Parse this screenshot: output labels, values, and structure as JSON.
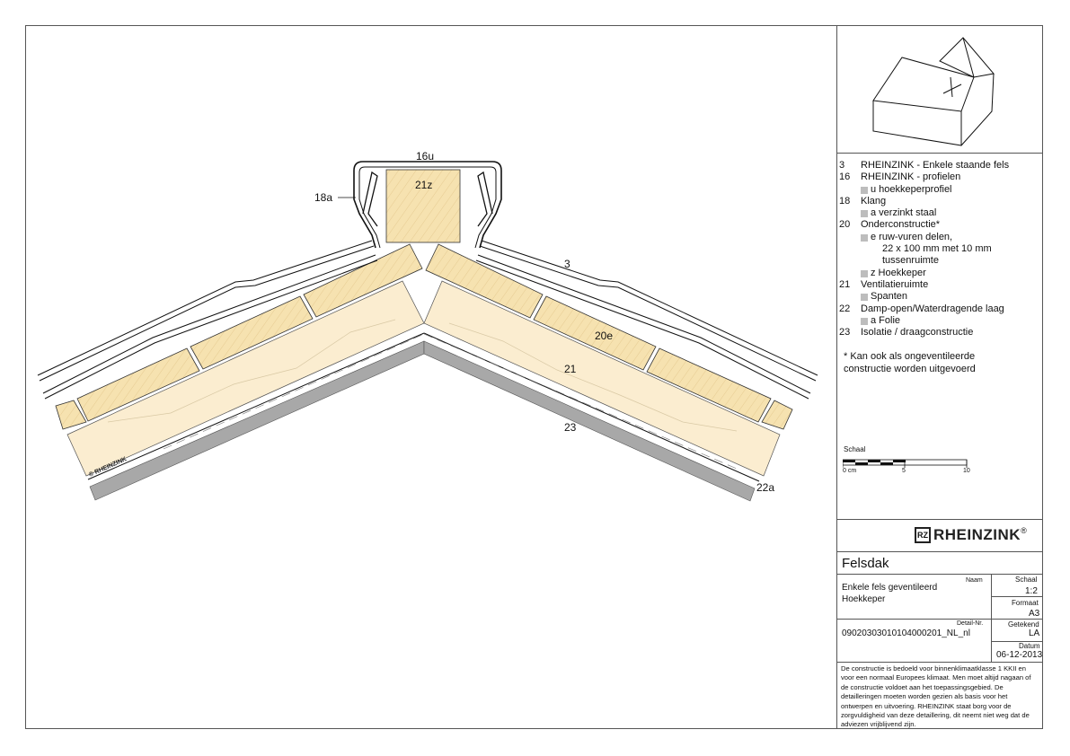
{
  "drawing": {
    "labels": {
      "profile": "16u",
      "ridge_timber": "21z",
      "clip": "18a",
      "seam": "3",
      "boards": "20e",
      "rafters": "21",
      "insulation": "23",
      "membrane": "22a"
    },
    "watermark": "© RHEINZINK"
  },
  "legend": {
    "items": [
      {
        "num": "3",
        "text": "RHEINZINK - Enkele staande fels",
        "subs": []
      },
      {
        "num": "16",
        "text": "RHEINZINK - profielen",
        "subs": [
          {
            "text": "u  hoekkeperprofiel"
          }
        ]
      },
      {
        "num": "18",
        "text": "Klang",
        "subs": [
          {
            "text": "a  verzinkt staal"
          }
        ]
      },
      {
        "num": "20",
        "text": "Onderconstructie*",
        "subs": [
          {
            "text": "e  ruw-vuren delen,"
          },
          {
            "text": "22 x 100 mm met 10 mm",
            "indent": true
          },
          {
            "text": "tussenruimte",
            "indent": true
          },
          {
            "text": "z  Hoekkeper"
          }
        ]
      },
      {
        "num": "21",
        "text": "Ventilatieruimte",
        "subs": [
          {
            "text": "Spanten"
          }
        ]
      },
      {
        "num": "22",
        "text": "Damp-open/Waterdragende laag",
        "subs": [
          {
            "text": "a  Folie"
          }
        ]
      },
      {
        "num": "23",
        "text": "Isolatie / draagconstructie",
        "subs": []
      }
    ],
    "note_line1": "* Kan ook als ongeventileerde",
    "note_line2": "constructie worden uitgevoerd"
  },
  "scale_bar": {
    "label": "Schaal",
    "ticks": [
      "0 cm",
      "5",
      "10"
    ]
  },
  "brand": {
    "logo_text": "RHEINZINK",
    "registered": "®"
  },
  "title_block": {
    "title": "Felsdak",
    "naam_label": "Naam",
    "name_line1": "Enkele fels geventileerd",
    "name_line2": "Hoekkeper",
    "schaal_label": "Schaal",
    "schaal_value": "1:2",
    "formaat_label": "Formaat",
    "formaat_value": "A3",
    "detail_label": "Detail-Nr.",
    "detail_value": "09020303010104000201_NL_nl",
    "getekend_label": "Getekend",
    "getekend_value": "LA",
    "datum_label": "Datum",
    "datum_value": "06-12-2013",
    "disclaimer": "De constructie is bedoeld voor binnenklimaatklasse 1 KKII en voor een normaal Europees klimaat. Men moet altijd nagaan of de constructie voldoet aan het toepassingsgebied. De detailleringen moeten worden gezien als basis voor het ontwerpen en uitvoering. RHEINZINK staat borg voor de zorgvuldigheid van deze detaillering, dit neemt niet weg dat de adviezen vrijblijvend zijn."
  },
  "colors": {
    "timber": "#f6e2b0",
    "timber_light": "#fbedd0",
    "insulation_gray": "#a8a8a8",
    "line": "#111111"
  }
}
